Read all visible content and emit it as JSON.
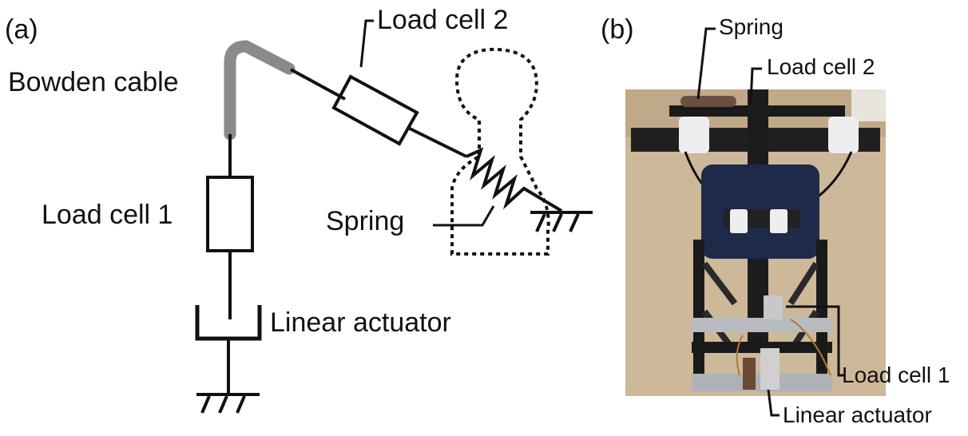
{
  "panel_a": {
    "label": "(a)",
    "bowden_cable": "Bowden cable",
    "load_cell_2": "Load cell 2",
    "load_cell_1": "Load cell 1",
    "spring": "Spring",
    "linear_actuator": "Linear actuator"
  },
  "panel_b": {
    "label": "(b)",
    "spring": "Spring",
    "load_cell_2": "Load cell 2",
    "load_cell_1": "Load cell 1",
    "linear_actuator": "Linear actuator"
  },
  "colors": {
    "line": "#111111",
    "cable": "#8a8a8a",
    "floor": "#cdb89a",
    "seat": "#1e2a4a",
    "frame": "#1a1a1a"
  }
}
